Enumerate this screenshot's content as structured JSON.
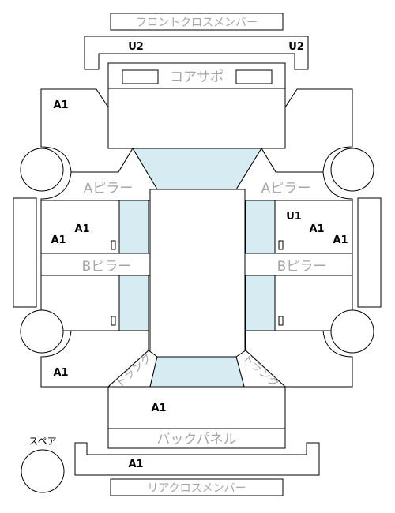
{
  "labels": {
    "front_cross_member": "フロントクロスメンバー",
    "core_support": "コアサポ",
    "a_pillar_left": "Aピラー",
    "a_pillar_right": "Aピラー",
    "b_pillar_left": "Bピラー",
    "b_pillar_right": "Bピラー",
    "back_panel": "バックパネル",
    "rear_cross_member": "リアクロスメンバー",
    "spare": "スペア",
    "trunk_left": "トランク",
    "trunk_right": "トランク"
  },
  "grades": {
    "u2_left": "U2",
    "u2_right": "U2",
    "front_left_fender": "A1",
    "left_front_door_a": "A1",
    "left_front_door_b": "A1",
    "right_front_door_u": "U1",
    "right_front_door_a": "A1",
    "right_front_door_b": "A1",
    "rear_left_quarter": "A1",
    "trunk_lid": "A1",
    "rear_member": "A1"
  }
}
